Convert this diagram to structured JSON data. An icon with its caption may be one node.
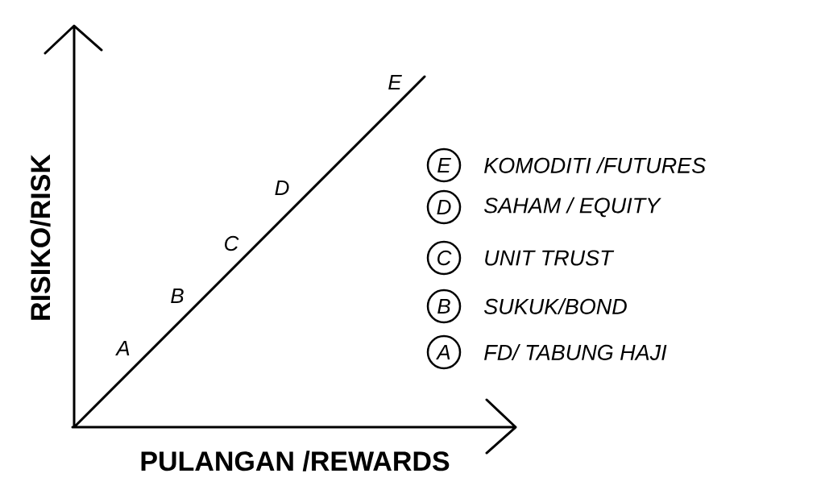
{
  "diagram": {
    "nodes": [
      {
        "text": [
          "E"
        ],
        "beside": [
          "KOMODITI /FUTURES"
        ]
      },
      {
        "text": [
          "D"
        ],
        "beside": [
          "SAHAM / EQUITY"
        ]
      },
      {
        "text": [
          "C"
        ],
        "beside": [
          "UNIT TRUST"
        ]
      },
      {
        "text": [
          "B"
        ],
        "beside": [
          "SUKUK/BOND"
        ]
      },
      {
        "text": [
          "A"
        ],
        "beside": [
          "FD/ TABUNG HAJI"
        ]
      }
    ],
    "labels": [
      "E",
      "D",
      "C",
      "B",
      "A",
      "RISIKO/RISK",
      "PULANGAN /REWARDS"
    ]
  }
}
